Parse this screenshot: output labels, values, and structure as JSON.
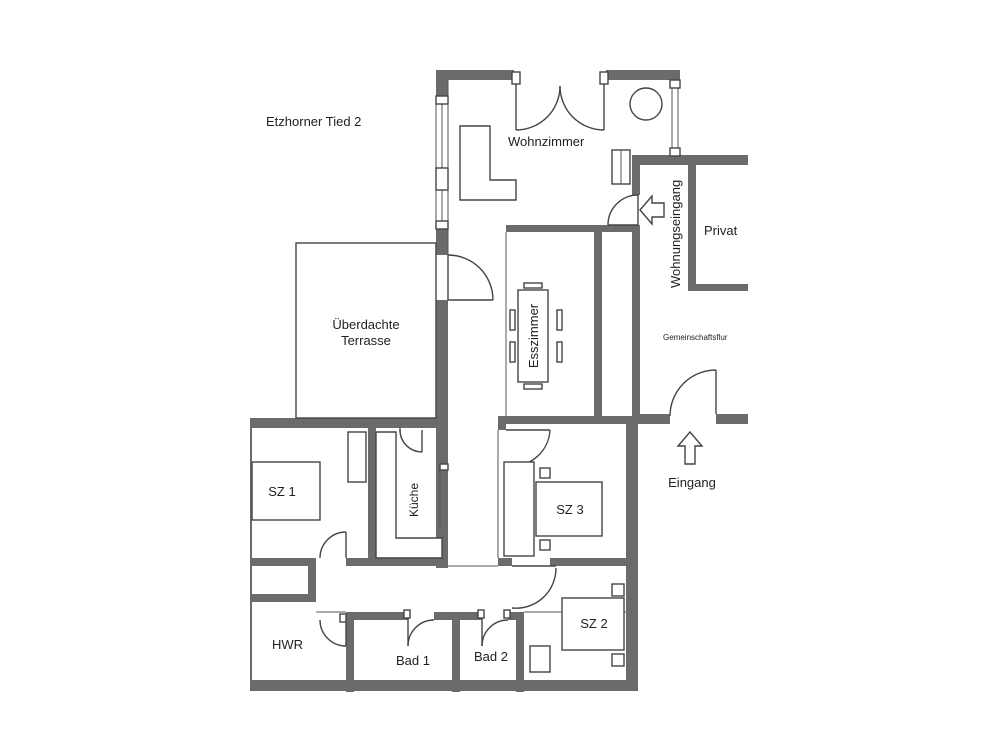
{
  "address": "Etzhorner Tied 2",
  "rooms": {
    "wohnzimmer": "Wohnzimmer",
    "privat": "Privat",
    "wohnungseingang": "Wohnungseingang",
    "terrasse_line1": "Überdachte",
    "terrasse_line2": "Terrasse",
    "esszimmer": "Esszimmer",
    "gemeinschaftsflur": "Gemeinschaftsflur",
    "eingang": "Eingang",
    "sz1": "SZ 1",
    "kueche": "Küche",
    "sz3": "SZ 3",
    "sz2": "SZ 2",
    "hwr": "HWR",
    "bad1": "Bad 1",
    "bad2": "Bad 2"
  },
  "colors": {
    "wall": "#6b6b6b",
    "line": "#444444",
    "background": "#ffffff"
  },
  "icons": {
    "entrance_arrow_left": "arrow-left-icon",
    "entrance_arrow_up": "arrow-up-icon"
  }
}
